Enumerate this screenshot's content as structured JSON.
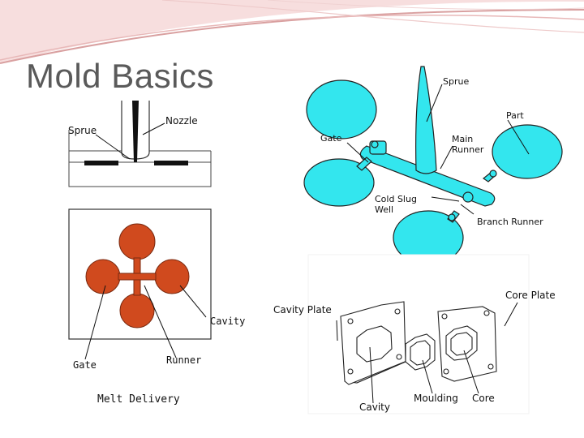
{
  "slide": {
    "title": "Mold Basics"
  },
  "nozzle_diagram": {
    "labels": {
      "sprue": "Sprue",
      "nozzle": "Nozzle"
    }
  },
  "melt_diagram": {
    "labels": {
      "cavity": "Cavity",
      "gate": "Gate",
      "runner": "Runner",
      "caption": "Melt Delivery"
    },
    "colors": {
      "cavity_fill": "#d04a1e"
    }
  },
  "runner_diagram": {
    "labels": {
      "sprue": "Sprue",
      "part": "Part",
      "gate": "Gate",
      "main_runner": "Main\nRunner",
      "cold_slug_well": "Cold Slug\nWell",
      "branch_runner": "Branch Runner"
    },
    "colors": {
      "part_fill": "#33e6ee"
    }
  },
  "mold_plates": {
    "labels": {
      "core_plate": "Core Plate",
      "cavity_plate": "Cavity Plate",
      "cavity": "Cavity",
      "moulding": "Moulding",
      "core": "Core"
    }
  }
}
